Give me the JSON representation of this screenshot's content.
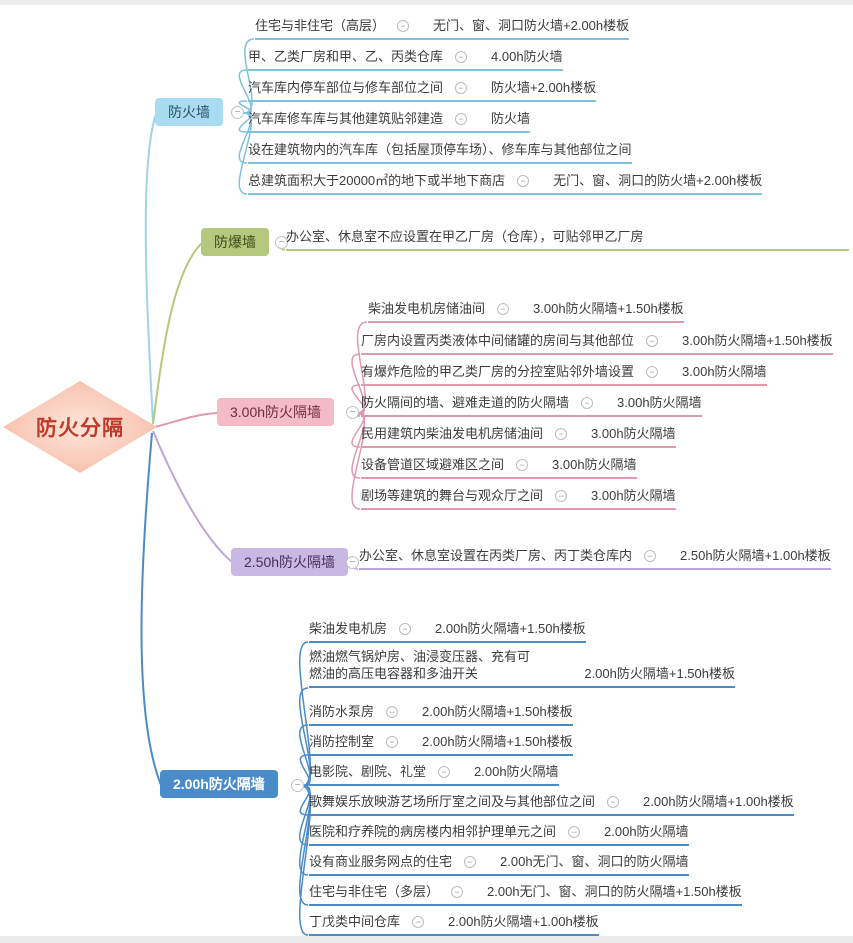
{
  "icons": {
    "collapse_minus": "−"
  },
  "root": {
    "label": "防火分隔",
    "color": "#f6bba7",
    "text_color": "#c0392b"
  },
  "branches": [
    {
      "label": "防火墙",
      "node_color": "#a9dcf0",
      "line_color": "#7fc0dc",
      "items": [
        {
          "label": "住宅与非住宅（高层）",
          "value": "无门、窗、洞口防火墙+2.00h楼板"
        },
        {
          "label": "甲、乙类厂房和甲、乙、丙类仓库",
          "value": "4.00h防火墙"
        },
        {
          "label": "汽车库内停车部位与修车部位之间",
          "value": "防火墙+2.00h楼板"
        },
        {
          "label": "汽车库修车库与其他建筑贴邻建造",
          "value": "防火墙"
        },
        {
          "label": "设在建筑物内的汽车库（包括屋顶停车场）、修车库与其他部位之间",
          "value": ""
        },
        {
          "label": "总建筑面积大于20000㎡的地下或半地下商店",
          "value": "无门、窗、洞口的防火墙+2.00h楼板"
        }
      ]
    },
    {
      "label": "防爆墙",
      "node_color": "#b5c97e",
      "line_color": "#b5c97e",
      "items": [
        {
          "label": "办公室、休息室不应设置在甲乙厂房（仓库），可贴邻甲乙厂房",
          "value": ""
        }
      ]
    },
    {
      "label": "3.00h防火隔墙",
      "node_color": "#f3bac7",
      "line_color": "#df9aab",
      "items": [
        {
          "label": "柴油发电机房储油间",
          "value": "3.00h防火隔墙+1.50h楼板"
        },
        {
          "label": "厂房内设置丙类液体中间储罐的房间与其他部位",
          "value": "3.00h防火隔墙+1.50h楼板"
        },
        {
          "label": "有爆炸危险的甲乙类厂房的分控室贴邻外墙设置",
          "value": "3.00h防火隔墙"
        },
        {
          "label": "防火隔间的墙、避难走道的防火隔墙",
          "value": "3.00h防火隔墙"
        },
        {
          "label": "民用建筑内柴油发电机房储油间",
          "value": "3.00h防火隔墙"
        },
        {
          "label": "设备管道区域避难区之间",
          "value": "3.00h防火隔墙"
        },
        {
          "label": "剧场等建筑的舞台与观众厅之间",
          "value": "3.00h防火隔墙"
        }
      ]
    },
    {
      "label": "2.50h防火隔墙",
      "node_color": "#c9b8e3",
      "line_color": "#bca6d8",
      "items": [
        {
          "label": "办公室、休息室设置在丙类厂房、丙丁类仓库内",
          "value": "2.50h防火隔墙+1.00h楼板"
        }
      ]
    },
    {
      "label": "2.00h防火隔墙",
      "node_color": "#4a8cc9",
      "line_color": "#4a8cc9",
      "items": [
        {
          "label": "柴油发电机房",
          "value": "2.00h防火隔墙+1.50h楼板"
        },
        {
          "label_line1": "燃油燃气锅炉房、油浸变压器、充有可",
          "label_line2": "燃油的高压电容器和多油开关",
          "value": "2.00h防火隔墙+1.50h楼板"
        },
        {
          "label": "消防水泵房",
          "value": "2.00h防火隔墙+1.50h楼板"
        },
        {
          "label": "消防控制室",
          "value": "2.00h防火隔墙+1.50h楼板"
        },
        {
          "label": "电影院、剧院、礼堂",
          "value": "2.00h防火隔墙"
        },
        {
          "label": "歌舞娱乐放映游艺场所厅室之间及与其他部位之间",
          "value": "2.00h防火隔墙+1.00h楼板"
        },
        {
          "label": "医院和疗养院的病房楼内相邻护理单元之间",
          "value": "2.00h防火隔墙"
        },
        {
          "label": "设有商业服务网点的住宅",
          "value": "2.00h无门、窗、洞口的防火隔墙"
        },
        {
          "label": "住宅与非住宅（多层）",
          "value": "2.00h无门、窗、洞口的防火隔墙+1.50h楼板"
        },
        {
          "label": "丁戊类中间仓库",
          "value": "2.00h防火隔墙+1.00h楼板"
        }
      ]
    }
  ]
}
